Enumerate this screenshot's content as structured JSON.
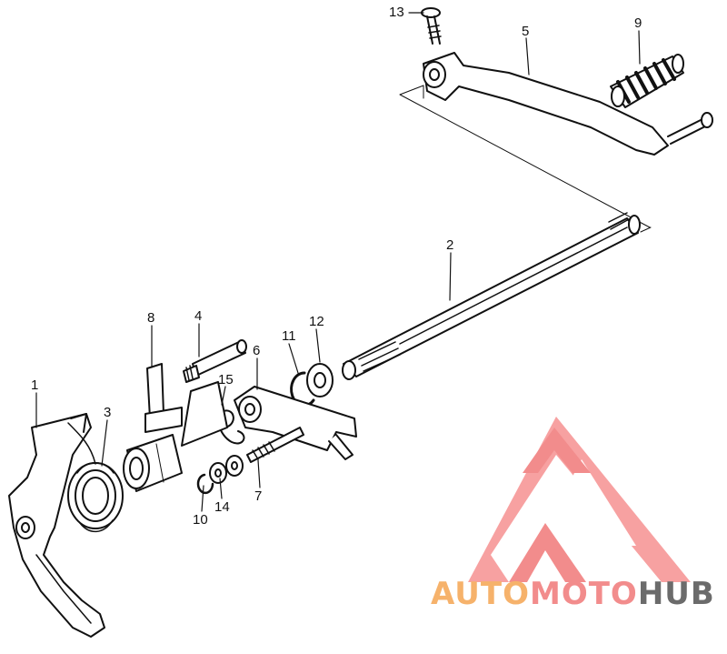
{
  "callouts": {
    "c1": "1",
    "c2": "2",
    "c3": "3",
    "c4": "4",
    "c5": "5",
    "c6": "6",
    "c7": "7",
    "c8": "8",
    "c9": "9",
    "c10": "10",
    "c11": "11",
    "c12": "12",
    "c13": "13",
    "c14": "14",
    "c15": "15"
  },
  "watermark": {
    "part1": "AUTO",
    "part2": "MOTO",
    "part3": "HUB"
  },
  "colors": {
    "ink": "#111111",
    "logo_red": "#f28c8c",
    "logo_orange": "#f6b26b",
    "logo_gray": "#6b6b6b"
  }
}
